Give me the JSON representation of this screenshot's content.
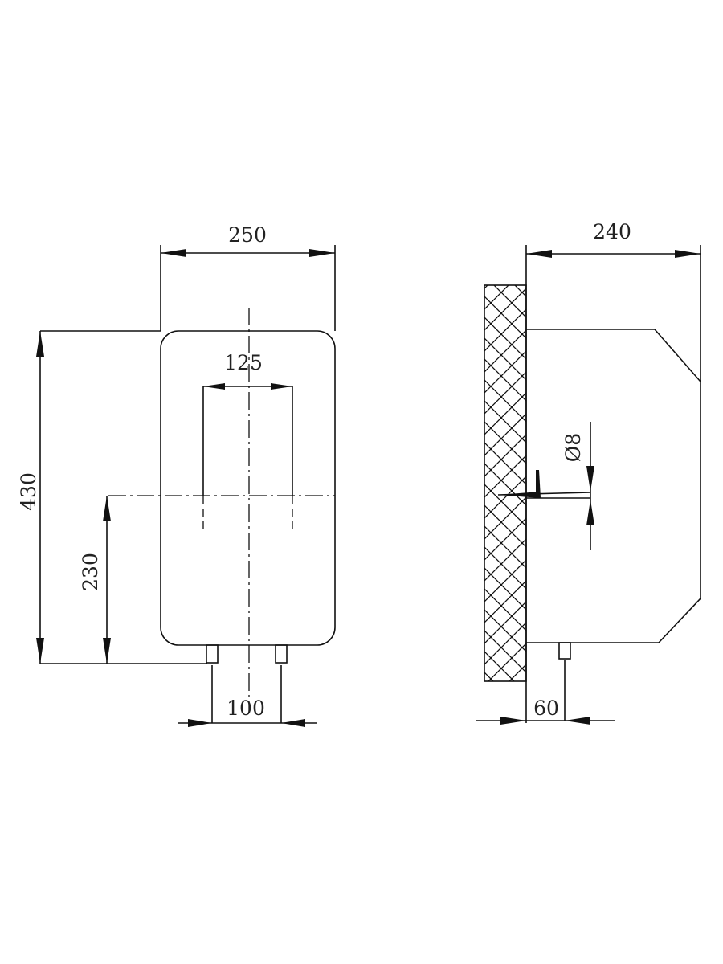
{
  "front_view": {
    "width_label": "250",
    "fitting_spacing_top_label": "125",
    "height_label": "430",
    "fitting_height_label": "230",
    "fitting_spacing_bottom_label": "100"
  },
  "side_view": {
    "depth_label": "240",
    "bracket_diameter_label": "Ø8",
    "fitting_offset_label": "60"
  }
}
